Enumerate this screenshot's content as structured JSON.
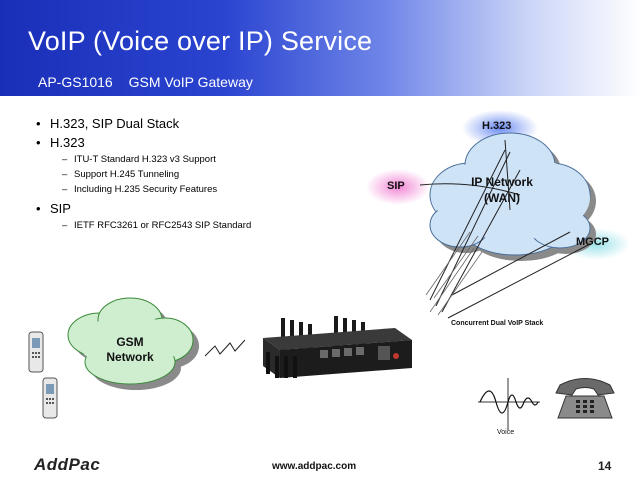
{
  "slide": {
    "title": "VoIP (Voice over IP) Service",
    "model": "AP-GS1016",
    "product": "GSM VoIP Gateway",
    "bullets": [
      {
        "text": "H.323, SIP Dual Stack",
        "subs": []
      },
      {
        "text": "H.323",
        "subs": [
          "ITU-T Standard H.323 v3 Support",
          "Support H.245 Tunneling",
          "Including H.235 Security Features"
        ]
      },
      {
        "text": "SIP",
        "subs": [
          "IETF RFC3261 or RFC2543 SIP Standard"
        ]
      }
    ]
  },
  "diagram": {
    "h323": "H.323",
    "sip": "SIP",
    "ip_network_line1": "IP Network",
    "ip_network_line2": "(WAN)",
    "mgcp": "MGCP",
    "concurrent": "Concurrent Dual VoIP Stack",
    "gsm_line1": "GSM",
    "gsm_line2": "Network",
    "voice": "Voice"
  },
  "footer": {
    "logo": "AddPac",
    "url": "www.addpac.com",
    "page": "14"
  },
  "colors": {
    "header_blue": "#1a2fb8",
    "cloud_blue": "#cfe3f7",
    "cloud_green": "#cfeecf",
    "sip_glow": "#f08bd8",
    "h323_glow": "#6f8ef0",
    "mgcp_glow": "#9fe0e8"
  },
  "icons": [
    "mobile-phone-icon",
    "telephone-icon",
    "gateway-device-icon",
    "wireless-signal-icon",
    "voice-waveform-icon"
  ]
}
